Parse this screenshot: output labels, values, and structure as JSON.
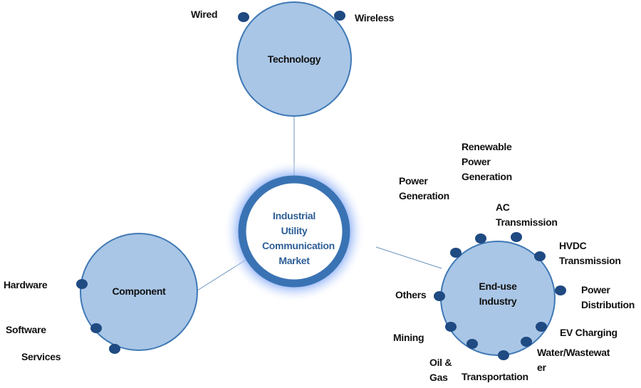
{
  "center": {
    "title": "Industrial Utility Communication Market"
  },
  "hubs": {
    "technology": {
      "title": "Technology",
      "items": [
        "Wired",
        "Wireless"
      ]
    },
    "component": {
      "title": "Component",
      "items": [
        "Hardware",
        "Software",
        "Services"
      ]
    },
    "end_use": {
      "title": "End-use Industry",
      "items": [
        "Power Generation",
        "Renewable Power Generation",
        "AC Transmission",
        "HVDC Transmission",
        "Power Distribution",
        "EV Charging",
        "Water/Wastewater",
        "Transportation",
        "Oil & Gas",
        "Mining",
        "Others"
      ]
    }
  },
  "colors": {
    "hub_fill": "#a9c6e6",
    "hub_stroke": "#3f78b5",
    "dot": "#1f4a82",
    "center_ring": "#3a73b4",
    "center_text": "#2e5f96"
  }
}
